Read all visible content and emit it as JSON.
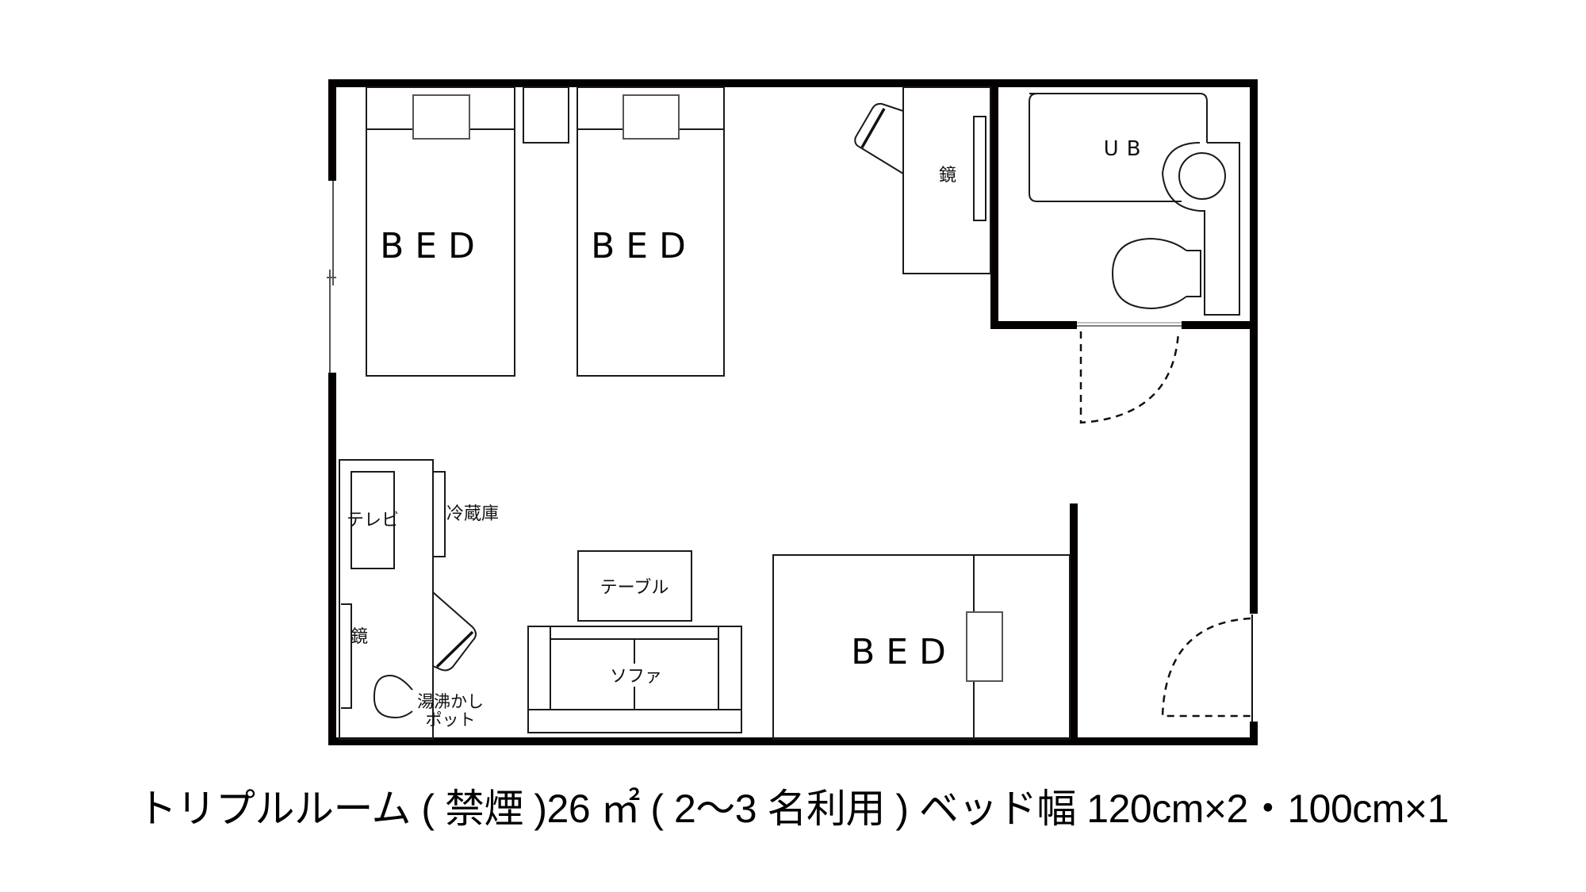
{
  "caption": "トリプルルーム ( 禁煙 )26 ㎡ ( 2〜3 名利用 ) ベッド幅 120cm×2・100cm×1",
  "room": {
    "type": "トリプルルーム",
    "smoking": "禁煙",
    "area": "26 ㎡",
    "capacity": "2〜3 名利用",
    "bed_widths": "ベッド幅 120cm×2・100cm×1"
  },
  "labels": {
    "bed_1": "BED",
    "bed_2": "BED",
    "bed_3": "BED",
    "unit_bath": "UB",
    "mirror_vanity": "鏡",
    "mirror_desk": "鏡",
    "tv": "テレビ",
    "fridge": "冷蔵庫",
    "table": "テーブル",
    "sofa": "ソファ",
    "kettle_line1": "湯沸かし",
    "kettle_line2": "ポット"
  },
  "colors": {
    "wall": "#040000",
    "line": "#1a1a1a",
    "background": "#ffffff"
  }
}
